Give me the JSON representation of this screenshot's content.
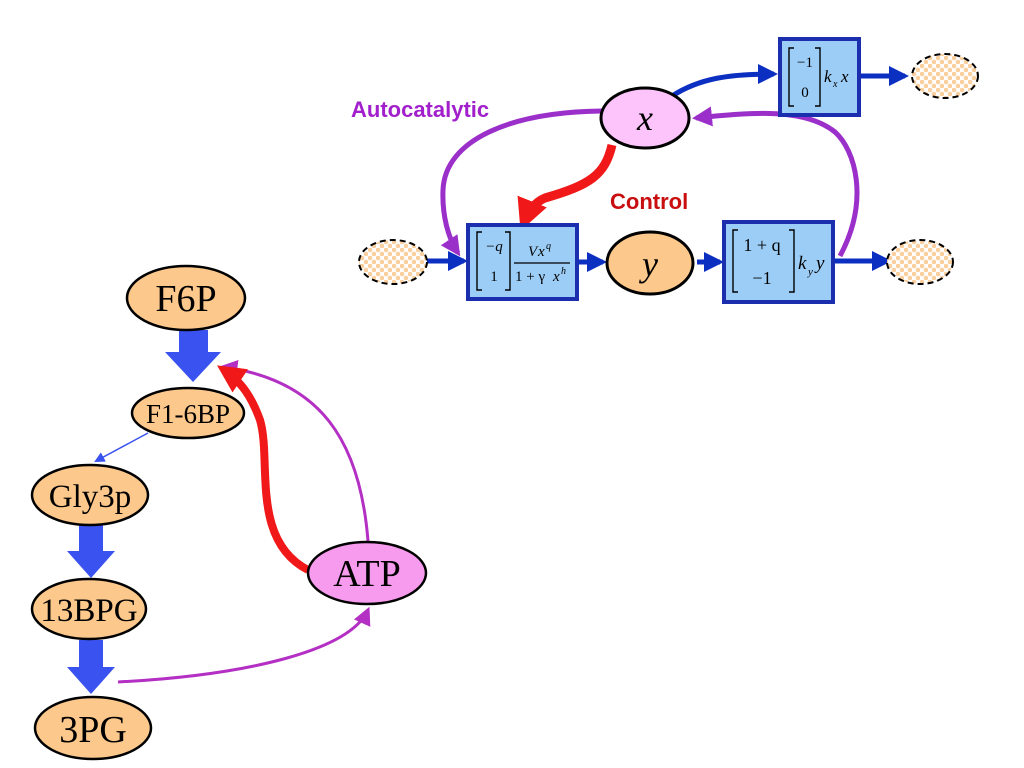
{
  "colors": {
    "metabolite_fill": "#fcc88c",
    "atp_fill": "#f79bef",
    "x_fill": "#fcc4fa",
    "process_fill": "#9ccdf6",
    "process_border": "#1b2fae",
    "flux_blue": "#3a52f0",
    "flow_dark_blue": "#0b2fc0",
    "feedback_purple": "#9b2fc9",
    "control_red": "#f01818",
    "sink_fill": "#fbcf9d",
    "label_purple": "#a21fcc",
    "label_red": "#c80e0e"
  },
  "pathway": {
    "nodes": {
      "f6p": "F6P",
      "f16bp": "F1-6BP",
      "gly3p": "Gly3p",
      "bpg13": "13BPG",
      "pg3": "3PG",
      "atp": "ATP"
    }
  },
  "model": {
    "label_autocatalytic": "Autocatalytic",
    "label_control": "Control",
    "node_x": "x",
    "node_y": "y",
    "box_top": {
      "vector": [
        "−1",
        "0"
      ],
      "rate_k": "k",
      "rate_sub": "x",
      "rate_var": "x"
    },
    "box_left": {
      "vector": [
        "−q",
        "1"
      ],
      "num_V": "V",
      "num_x": "x",
      "num_exp": "q",
      "den_prefix": "1 + γ",
      "den_x": "x",
      "den_exp": "h"
    },
    "box_right": {
      "vector": [
        "1 + q",
        "−1"
      ],
      "rate_k": "k",
      "rate_sub": "y",
      "rate_var": "y"
    }
  }
}
